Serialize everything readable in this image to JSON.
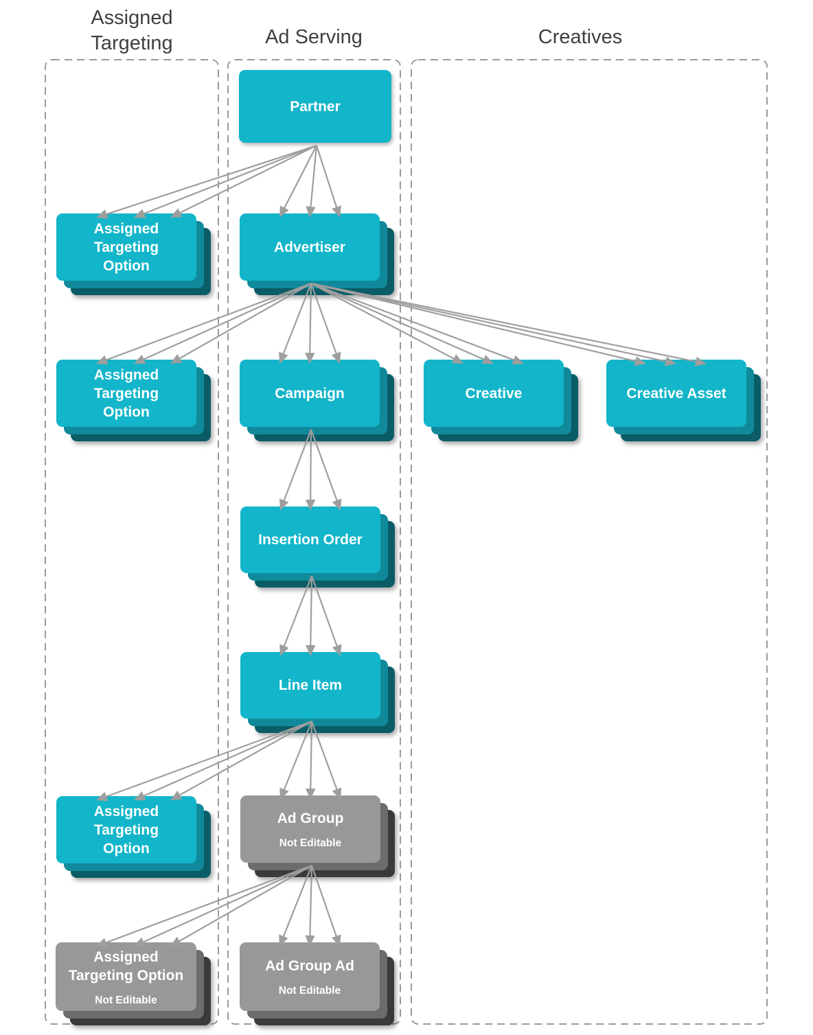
{
  "columns": [
    {
      "id": "assigned-targeting",
      "label": "Assigned\nTargeting"
    },
    {
      "id": "ad-serving",
      "label": "Ad Serving"
    },
    {
      "id": "creatives",
      "label": "Creatives"
    }
  ],
  "nodes": [
    {
      "id": "partner",
      "label": "Partner",
      "column": "ad-serving",
      "variant": "cyan",
      "stacked": false
    },
    {
      "id": "ato1",
      "label": "Assigned\nTargeting\nOption",
      "column": "assigned-targeting",
      "variant": "cyan",
      "stacked": true
    },
    {
      "id": "advertiser",
      "label": "Advertiser",
      "column": "ad-serving",
      "variant": "cyan",
      "stacked": true
    },
    {
      "id": "ato2",
      "label": "Assigned\nTargeting\nOption",
      "column": "assigned-targeting",
      "variant": "cyan",
      "stacked": true
    },
    {
      "id": "campaign",
      "label": "Campaign",
      "column": "ad-serving",
      "variant": "cyan",
      "stacked": true
    },
    {
      "id": "creative",
      "label": "Creative",
      "column": "creatives",
      "variant": "cyan",
      "stacked": true
    },
    {
      "id": "creative_asset",
      "label": "Creative Asset",
      "column": "creatives",
      "variant": "cyan",
      "stacked": true
    },
    {
      "id": "insertion_order",
      "label": "Insertion Order",
      "column": "ad-serving",
      "variant": "cyan",
      "stacked": true
    },
    {
      "id": "line_item",
      "label": "Line Item",
      "column": "ad-serving",
      "variant": "cyan",
      "stacked": true
    },
    {
      "id": "ato3",
      "label": "Assigned\nTargeting\nOption",
      "column": "assigned-targeting",
      "variant": "cyan",
      "stacked": true
    },
    {
      "id": "ad_group",
      "label": "Ad Group",
      "sublabel": "Not Editable",
      "column": "ad-serving",
      "variant": "gray",
      "stacked": true
    },
    {
      "id": "ato_ne",
      "label": "Assigned\nTargeting Option",
      "sublabel": "Not Editable",
      "column": "assigned-targeting",
      "variant": "gray",
      "stacked": true
    },
    {
      "id": "ad_group_ad",
      "label": "Ad Group Ad",
      "sublabel": "Not Editable",
      "column": "ad-serving",
      "variant": "gray",
      "stacked": true
    }
  ],
  "edges": [
    {
      "from": "partner",
      "to": "ato1"
    },
    {
      "from": "partner",
      "to": "advertiser"
    },
    {
      "from": "advertiser",
      "to": "ato2"
    },
    {
      "from": "advertiser",
      "to": "campaign"
    },
    {
      "from": "advertiser",
      "to": "creative"
    },
    {
      "from": "advertiser",
      "to": "creative_asset"
    },
    {
      "from": "campaign",
      "to": "insertion_order"
    },
    {
      "from": "insertion_order",
      "to": "line_item"
    },
    {
      "from": "line_item",
      "to": "ato3"
    },
    {
      "from": "line_item",
      "to": "ad_group"
    },
    {
      "from": "ad_group",
      "to": "ato_ne"
    },
    {
      "from": "ad_group",
      "to": "ad_group_ad"
    }
  ],
  "colors": {
    "cyan": "#12b5c9",
    "cyan_mid": "#108a9b",
    "cyan_dark": "#0a5c66",
    "gray": "#989898",
    "gray_mid": "#6c6c6c",
    "gray_dark": "#3a3a3a",
    "arrow": "#9e9e9e",
    "column_border": "#9a9a9a",
    "header_text": "#3d4043"
  }
}
